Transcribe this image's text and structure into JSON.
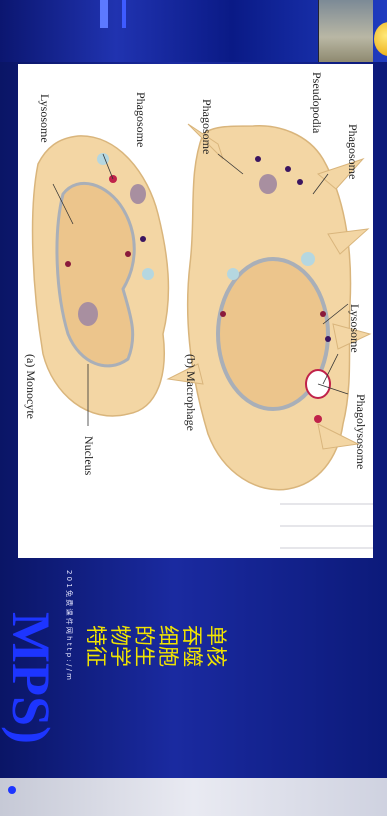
{
  "figure": {
    "panel_a_title": "(a) Monocyte",
    "panel_b_title": "(b) Macrophage",
    "labels": {
      "lysosome_a": "Lysosome",
      "phagosome_a": "Phagosome",
      "nucleus": "Nucleus",
      "phagosome_b": "Phagosome",
      "pseudopodia": "Pseudopodia",
      "phagosome_b2": "Phagosome",
      "lysosome_b": "Lysosome",
      "phagolysosome": "Phagolysosome"
    }
  },
  "slide": {
    "title_col1": "单核",
    "title_col2": "吞噬",
    "title_col3": "细胞",
    "title_col4": "的生",
    "title_col5": "物学",
    "title_col6": "特征",
    "brand": "MPS)",
    "credit": "2 0 1 免 费 课 件 网   h t t p : / / m"
  },
  "colors": {
    "background": "#1a2aa0",
    "title_yellow": "#f1e400",
    "brand_blue": "#1d35ff",
    "cell_body": "#f3d6a4",
    "nucleus": "#ecc58c"
  }
}
